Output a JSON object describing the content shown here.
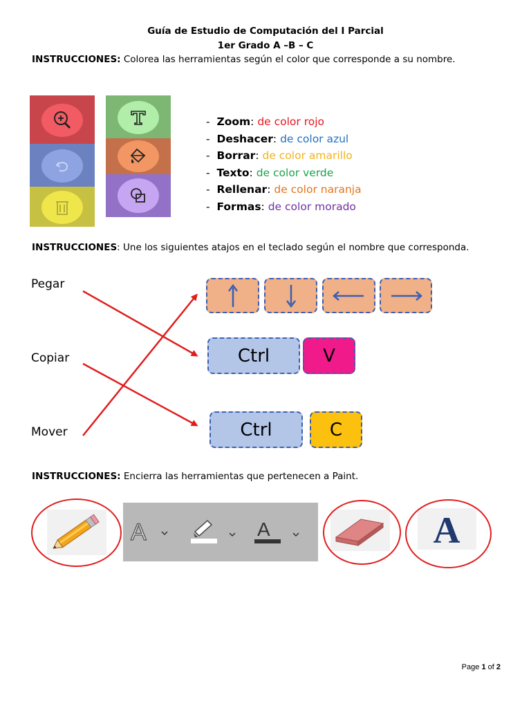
{
  "header": {
    "title": "Guía de Estudio de Computación del I Parcial",
    "subtitle": "1er Grado A –B – C"
  },
  "section1": {
    "label": "INSTRUCCIONES:",
    "text": "Colorea las herramientas según el color que corresponde a su nombre.",
    "legend": [
      {
        "name": "Zoom",
        "sep": ":",
        "desc": "de color rojo",
        "color": "#e8141b"
      },
      {
        "name": "Deshacer",
        "sep": ":",
        "desc": "de color azul",
        "color": "#1f70c1"
      },
      {
        "name": "Borrar",
        "sep": ":",
        "desc": "de color amarillo",
        "color": "#f2b21a"
      },
      {
        "name": "Texto",
        "sep": ":",
        "desc": "de color verde",
        "color": "#1aa34a"
      },
      {
        "name": "Rellenar",
        "sep": ":",
        "desc": "de color naranja",
        "color": "#e3741c"
      },
      {
        "name": "Formas",
        "sep": ":",
        "desc": "de color morado",
        "color": "#7030a0"
      }
    ],
    "icons": [
      "zoom-in-icon",
      "undo-icon",
      "trash-icon",
      "text-icon",
      "fill-bucket-icon",
      "shapes-icon"
    ]
  },
  "section2": {
    "label": "INSTRUCCIONES",
    "text": ": Une los siguientes atajos en el teclado según el nombre que corresponda.",
    "words": [
      "Pegar",
      "Copiar",
      "Mover"
    ],
    "keys": {
      "ctrl": "Ctrl",
      "v": "V",
      "c": "C",
      "arrows": [
        "arrow-up-icon",
        "arrow-down-icon",
        "arrow-left-icon",
        "arrow-right-icon"
      ]
    }
  },
  "section3": {
    "label": "INSTRUCCIONES:",
    "text": "Encierra las herramientas que pertenecen a Paint.",
    "icons": [
      "pencil-icon",
      "text-outline-icon",
      "highlighter-icon",
      "font-color-icon",
      "eraser-icon",
      "font-a-icon"
    ],
    "letter": "A"
  },
  "footer": {
    "page_prefix": "Page",
    "page_num": "1",
    "page_of": "of",
    "page_total": "2"
  }
}
